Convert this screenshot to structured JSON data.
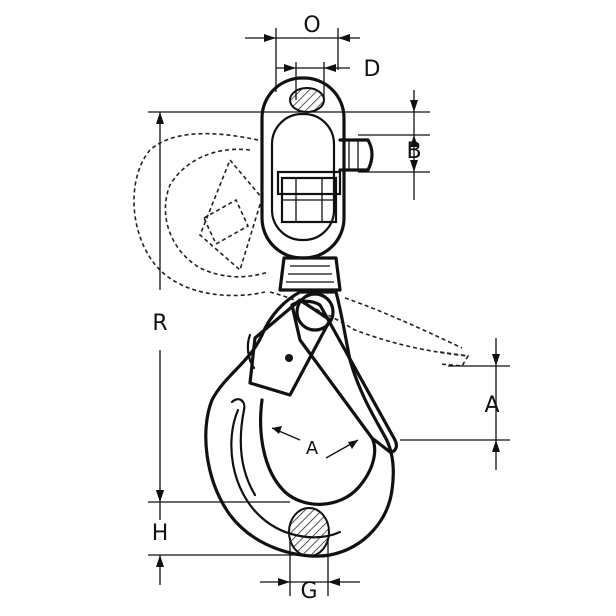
{
  "diagram": {
    "dimension_labels": {
      "O": "O",
      "D": "D",
      "B": "B",
      "R": "R",
      "A_right": "A",
      "A_inner": "A",
      "H": "H",
      "G": "G"
    }
  }
}
